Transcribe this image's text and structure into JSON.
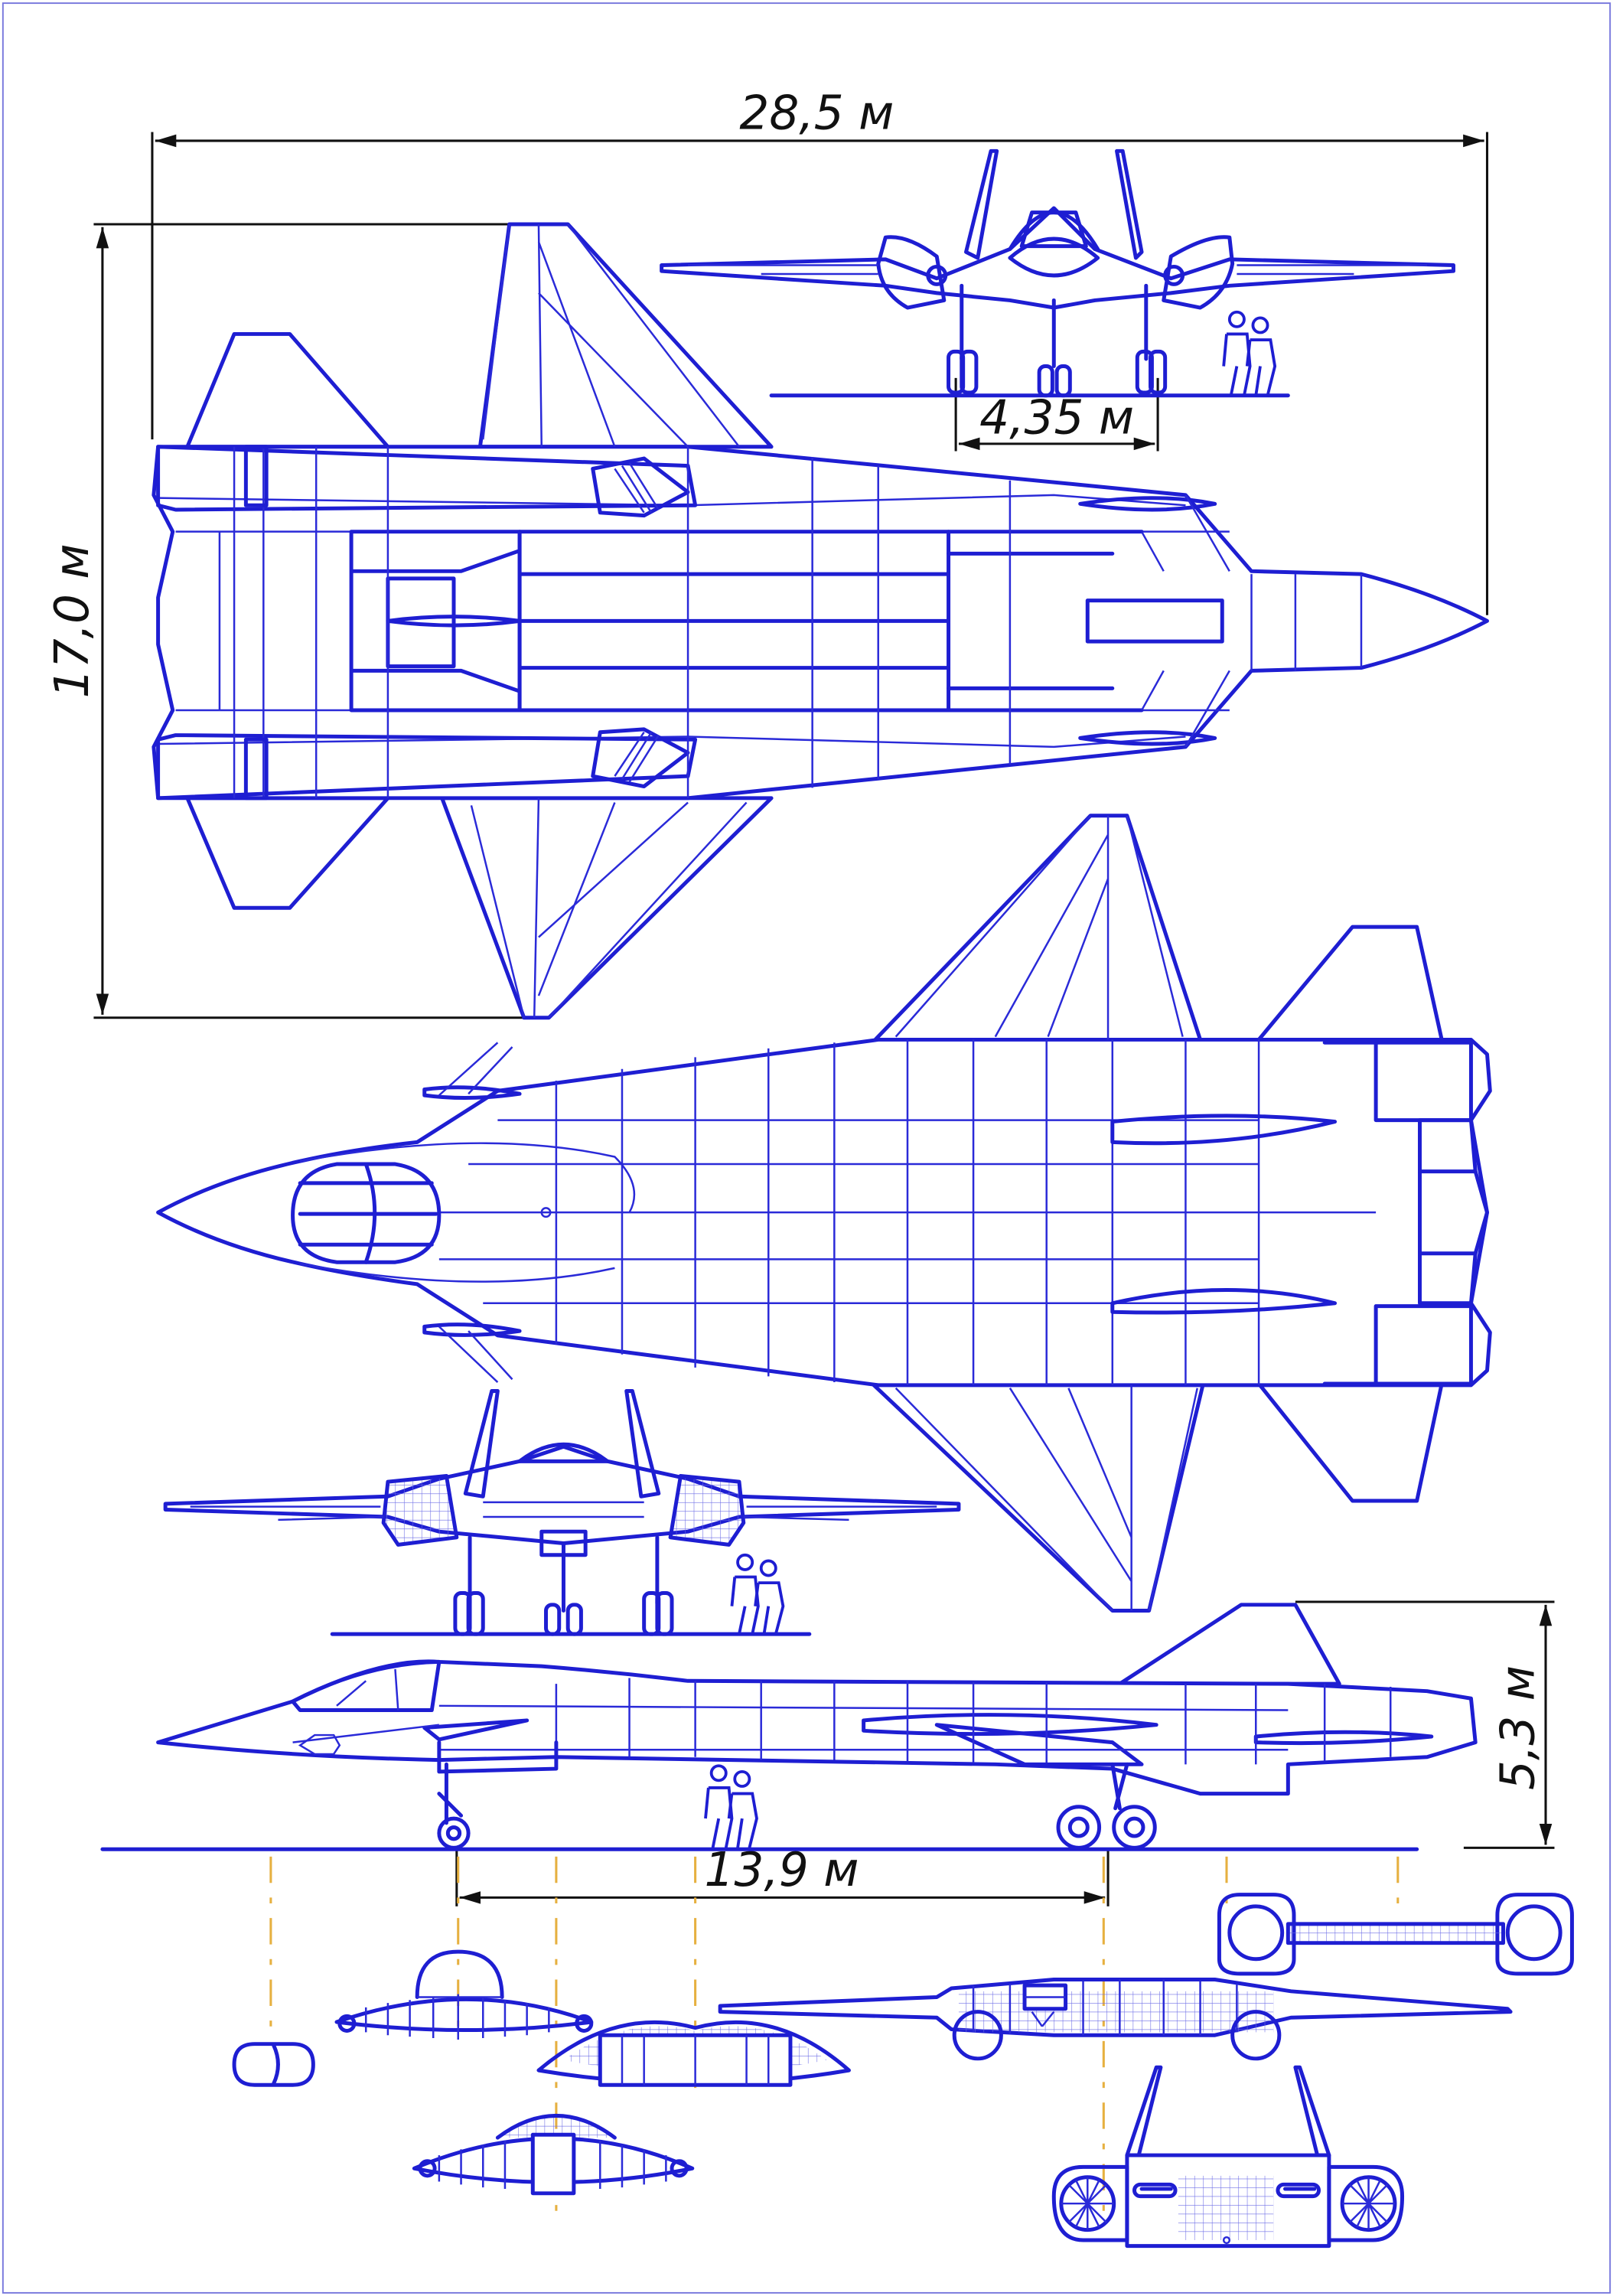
{
  "drawing": {
    "line_color": "#1e1ed2",
    "axis_color": "#e6b040",
    "dimension_color": "#111111"
  },
  "dimensions": {
    "length": "28,5 м",
    "span": "17,0 м",
    "track": "4,35 м",
    "height": "5,3 м",
    "wheelbase": "13,9 м"
  }
}
